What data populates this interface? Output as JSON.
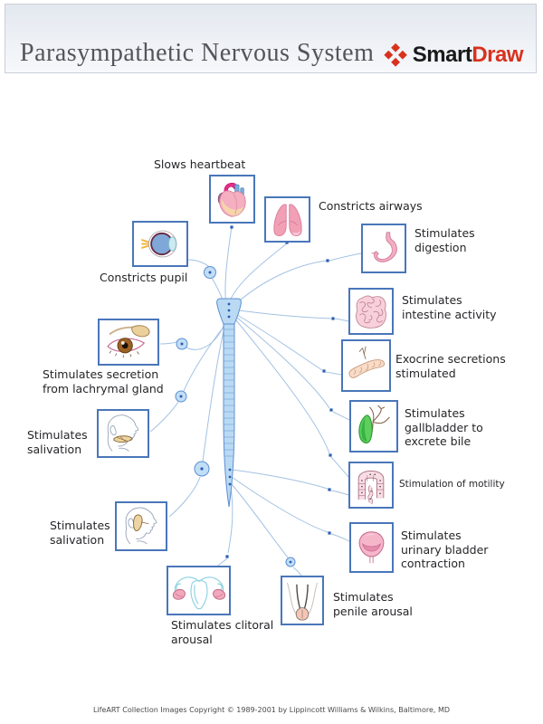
{
  "header": {
    "title": "Parasympathetic Nervous System",
    "logo": {
      "icon": "smartdraw-diamonds-icon",
      "smart": "Smart",
      "draw": "Draw"
    }
  },
  "diagram": {
    "center_structure": "spinal-cord-with-brainstem",
    "nodes": [
      {
        "id": "heart",
        "icon": "heart-icon",
        "label": "Slows heartbeat"
      },
      {
        "id": "lungs",
        "icon": "lungs-icon",
        "label": "Constricts airways"
      },
      {
        "id": "eye",
        "icon": "eye-icon",
        "label": "Constricts pupil"
      },
      {
        "id": "stomach",
        "icon": "stomach-icon",
        "label": "Stimulates digestion"
      },
      {
        "id": "intestine",
        "icon": "small-intestine-icon",
        "label": "Stimulates intestine activity"
      },
      {
        "id": "lachrymal",
        "icon": "lachrymal-gland-icon",
        "label": "Stimulates secretion from lachrymal gland"
      },
      {
        "id": "pancreas",
        "icon": "pancreas-icon",
        "label": "Exocrine secretions stimulated"
      },
      {
        "id": "salivation1",
        "icon": "salivary-gland-icon",
        "label": "Stimulates salivation"
      },
      {
        "id": "gallbladder",
        "icon": "gallbladder-icon",
        "label": "Stimulates gallbladder to excrete bile"
      },
      {
        "id": "motility",
        "icon": "large-intestine-icon",
        "label": "Stimulation of motility"
      },
      {
        "id": "salivation2",
        "icon": "parotid-gland-icon",
        "label": "Stimulates salivation"
      },
      {
        "id": "bladder",
        "icon": "urinary-bladder-icon",
        "label": "Stimulates urinary bladder contraction"
      },
      {
        "id": "uterus",
        "icon": "uterus-ovaries-icon",
        "label": "Stimulates clitoral arousal"
      },
      {
        "id": "penis",
        "icon": "penis-icon",
        "label": "Stimulates penile arousal"
      }
    ],
    "colors": {
      "box_border": "#4976ba",
      "nerve_line": "#a3c2e2",
      "cord_fill": "#badaf4",
      "cord_stroke": "#5b8fd0",
      "node_dot": "#2a5db0",
      "logo_red": "#d8321e",
      "title_gray": "#54545c"
    }
  },
  "footer": {
    "copyright": "LifeART Collection Images Copyright © 1989-2001 by Lippincott Williams & Wilkins, Baltimore, MD"
  }
}
